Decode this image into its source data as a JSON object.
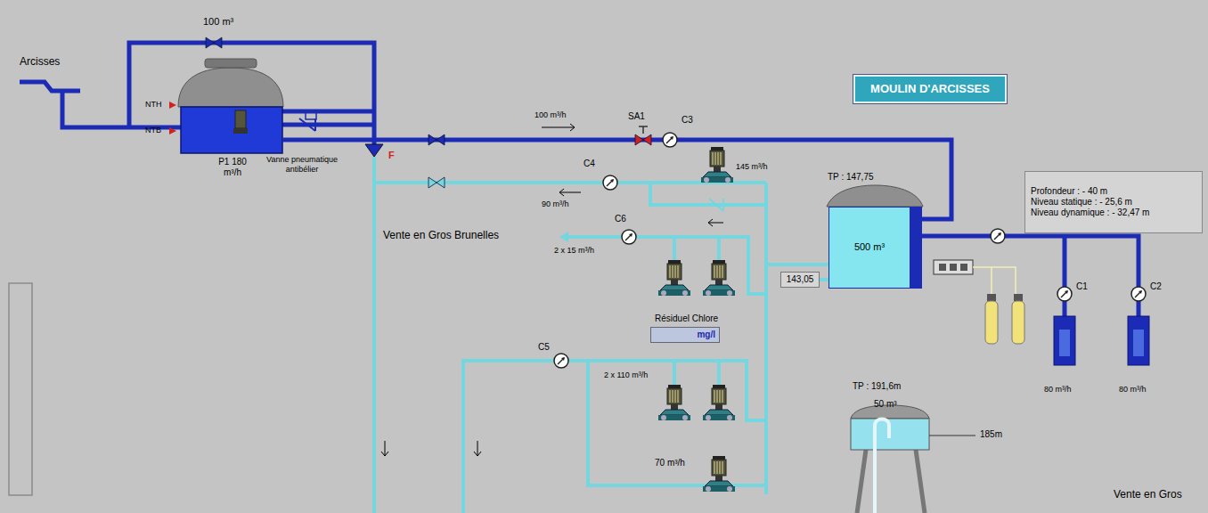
{
  "diagram": {
    "nodes": [
      {
        "text": [
          "MOULIN D'ARCISSES"
        ]
      },
      {
        "text": [
          "P1 180 m³/h"
        ]
      },
      {
        "text": [
          "TP : 147,75",
          "500 m³"
        ]
      },
      {
        "text": [
          "143,05"
        ]
      },
      {
        "text": [
          "Profondeur : - 40 m",
          "Niveau statique : - 25,6 m",
          "Niveau dynamique : - 32,47 m"
        ]
      },
      {
        "text": [
          "Résiduel Chlore",
          "mg/l"
        ]
      },
      {
        "text": [
          "TP :  191,6m",
          "50 m³"
        ]
      }
    ],
    "edges": [
      {
        "from": 1,
        "to": 2,
        "arrow": "none",
        "label": "100 m³/h"
      },
      {
        "from": 3,
        "to": 2,
        "arrow": "none"
      }
    ],
    "labels": [
      "100 m³",
      "Arcisses",
      "NTH",
      "NTB",
      "Vanne pneumatique antibélier",
      "F",
      "SA1",
      "C3",
      "C4",
      "90 m³/h",
      "145 m³/h",
      "C6",
      "Vente en Gros Brunelles",
      "2 x 15 m³/h",
      "C5",
      "2 x 110 m³/h",
      "70 m³/h",
      "C1",
      "C2",
      "80 m³/h",
      "80 m³/h",
      "185m",
      "Vente en Gros"
    ]
  }
}
